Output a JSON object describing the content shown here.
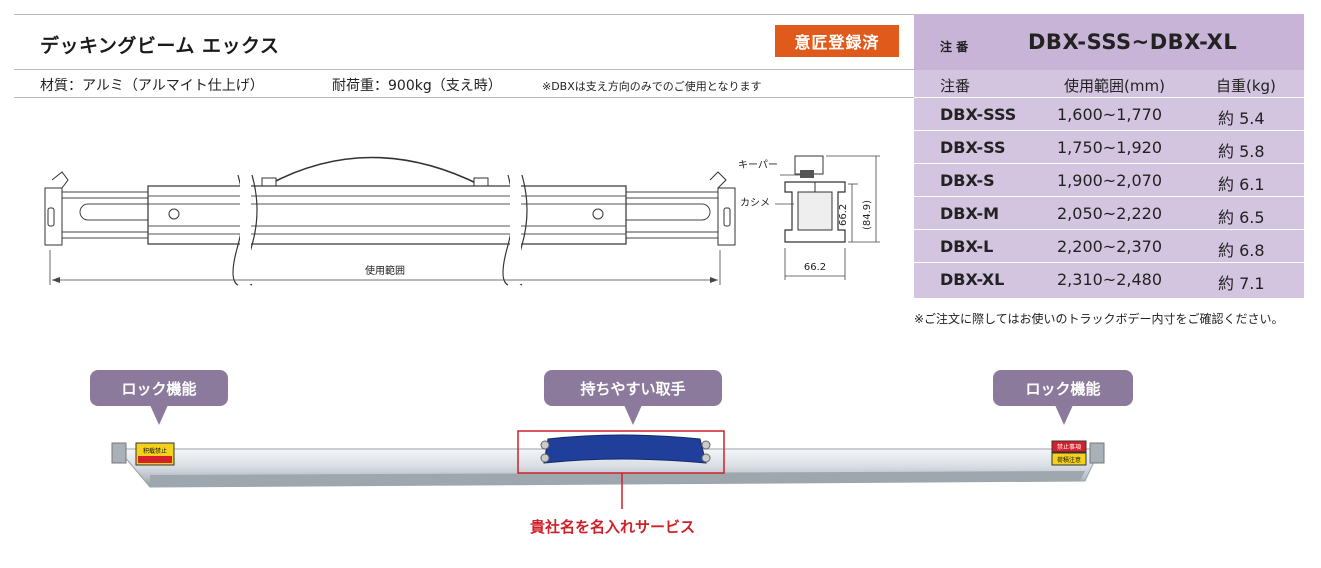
{
  "header": {
    "product_title": "デッキングビーム エックス",
    "design_badge": "意匠登録済"
  },
  "specs": {
    "material": "材質：アルミ（アルマイト仕上げ）",
    "load": "耐荷重：900kg（支え時）",
    "note": "※DBXは支え方向のみでのご使用となります"
  },
  "table": {
    "head_label": "注 番",
    "head_range": "DBX-SSS~DBX-XL",
    "columns": [
      "注番",
      "使用範囲(mm)",
      "自重(kg)"
    ],
    "rows": [
      {
        "model": "DBX-SSS",
        "range": "1,600~1,770",
        "weight": "約 5.4"
      },
      {
        "model": "DBX-SS",
        "range": "1,750~1,920",
        "weight": "約 5.8"
      },
      {
        "model": "DBX-S",
        "range": "1,900~2,070",
        "weight": "約 6.1"
      },
      {
        "model": "DBX-M",
        "range": "2,050~2,220",
        "weight": "約 6.5"
      },
      {
        "model": "DBX-L",
        "range": "2,200~2,370",
        "weight": "約 6.8"
      },
      {
        "model": "DBX-XL",
        "range": "2,310~2,480",
        "weight": "約 7.1"
      }
    ],
    "note": "※ご注文に際してはお使いのトラックボデー内寸をご確認ください。"
  },
  "drawing": {
    "range_label": "使用範囲",
    "keeper_label": "キーパー",
    "kashime_label": "カシメ",
    "dim_width": "66.2",
    "dim_height": "66.2",
    "dim_height_total": "(84.9)"
  },
  "photo": {
    "callout_left": "ロック機能",
    "callout_center": "持ちやすい取手",
    "callout_right": "ロック機能",
    "service_label": "貴社名を名入れサービス",
    "sticker_left_top": "积载禁止",
    "sticker_right_top": "禁止事項",
    "sticker_right_bottom": "荷積注意"
  },
  "colors": {
    "badge": "#e05a1b",
    "table_bg": "#d3c5df",
    "callout": "#8c7a9c",
    "service": "#d0202a"
  }
}
